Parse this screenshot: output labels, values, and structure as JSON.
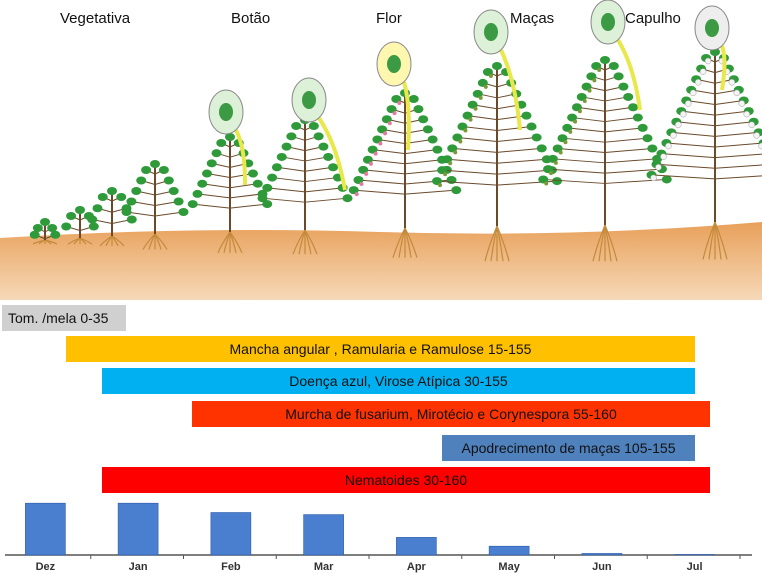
{
  "stages": [
    "Vegetativa",
    "Botão",
    "Flor",
    "Maças",
    "Capulho"
  ],
  "bars": [
    {
      "label": "Tom. /mela  0-35",
      "color": "#d0d0d0"
    },
    {
      "label": "Mancha angular , Ramularia e Ramulose 15-155",
      "color": "#ffc000"
    },
    {
      "label": "Doença azul, Virose Atípica  30-155",
      "color": "#00b0f0"
    },
    {
      "label": "Murcha de fusarium, Mirotécio e Corynespora 55-160",
      "color": "#ff3300"
    },
    {
      "label": "Apodrecimento de maças 105-155",
      "color": "#4f81bd"
    },
    {
      "label": "Nematoides 30-160",
      "color": "#ff0000"
    }
  ],
  "chart_data": {
    "type": "bar",
    "categories": [
      "Dez",
      "Jan",
      "Feb",
      "Mar",
      "Apr",
      "May",
      "Jun",
      "Jul"
    ],
    "values": [
      100,
      100,
      82,
      78,
      34,
      17,
      3,
      1
    ],
    "title": "",
    "xlabel": "",
    "ylabel": "",
    "ylim": [
      0,
      110
    ],
    "grid": false,
    "bar_color": "#4a7fd0"
  }
}
